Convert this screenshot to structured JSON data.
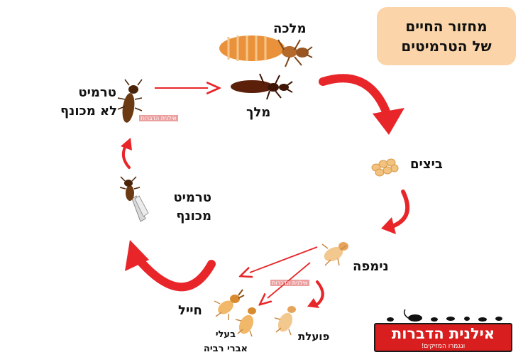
{
  "title": {
    "line1": "מחזור החיים",
    "line2": "של הטרמיטים"
  },
  "labels": {
    "queen": "מלכה",
    "king": "מלך",
    "eggs": "ביצים",
    "nymph": "נימפה",
    "worker": "פועלת",
    "soldier": "חייל",
    "reproductives_line1": "בעלי",
    "reproductives_line2": "אברי רביה",
    "winged_line1": "טרמיט",
    "winged_line2": "מכונף",
    "wingless_line1": "טרמיט",
    "wingless_line2": "לא מכונף"
  },
  "logo": {
    "name": "אילנית הדברות",
    "tagline": "ונגמרו המזיקים!"
  },
  "watermark": "אילנית הדברות",
  "colors": {
    "arrow": "#e8262a",
    "title_bg": "#fbd5a9",
    "logo_bg": "#d81e1e"
  }
}
